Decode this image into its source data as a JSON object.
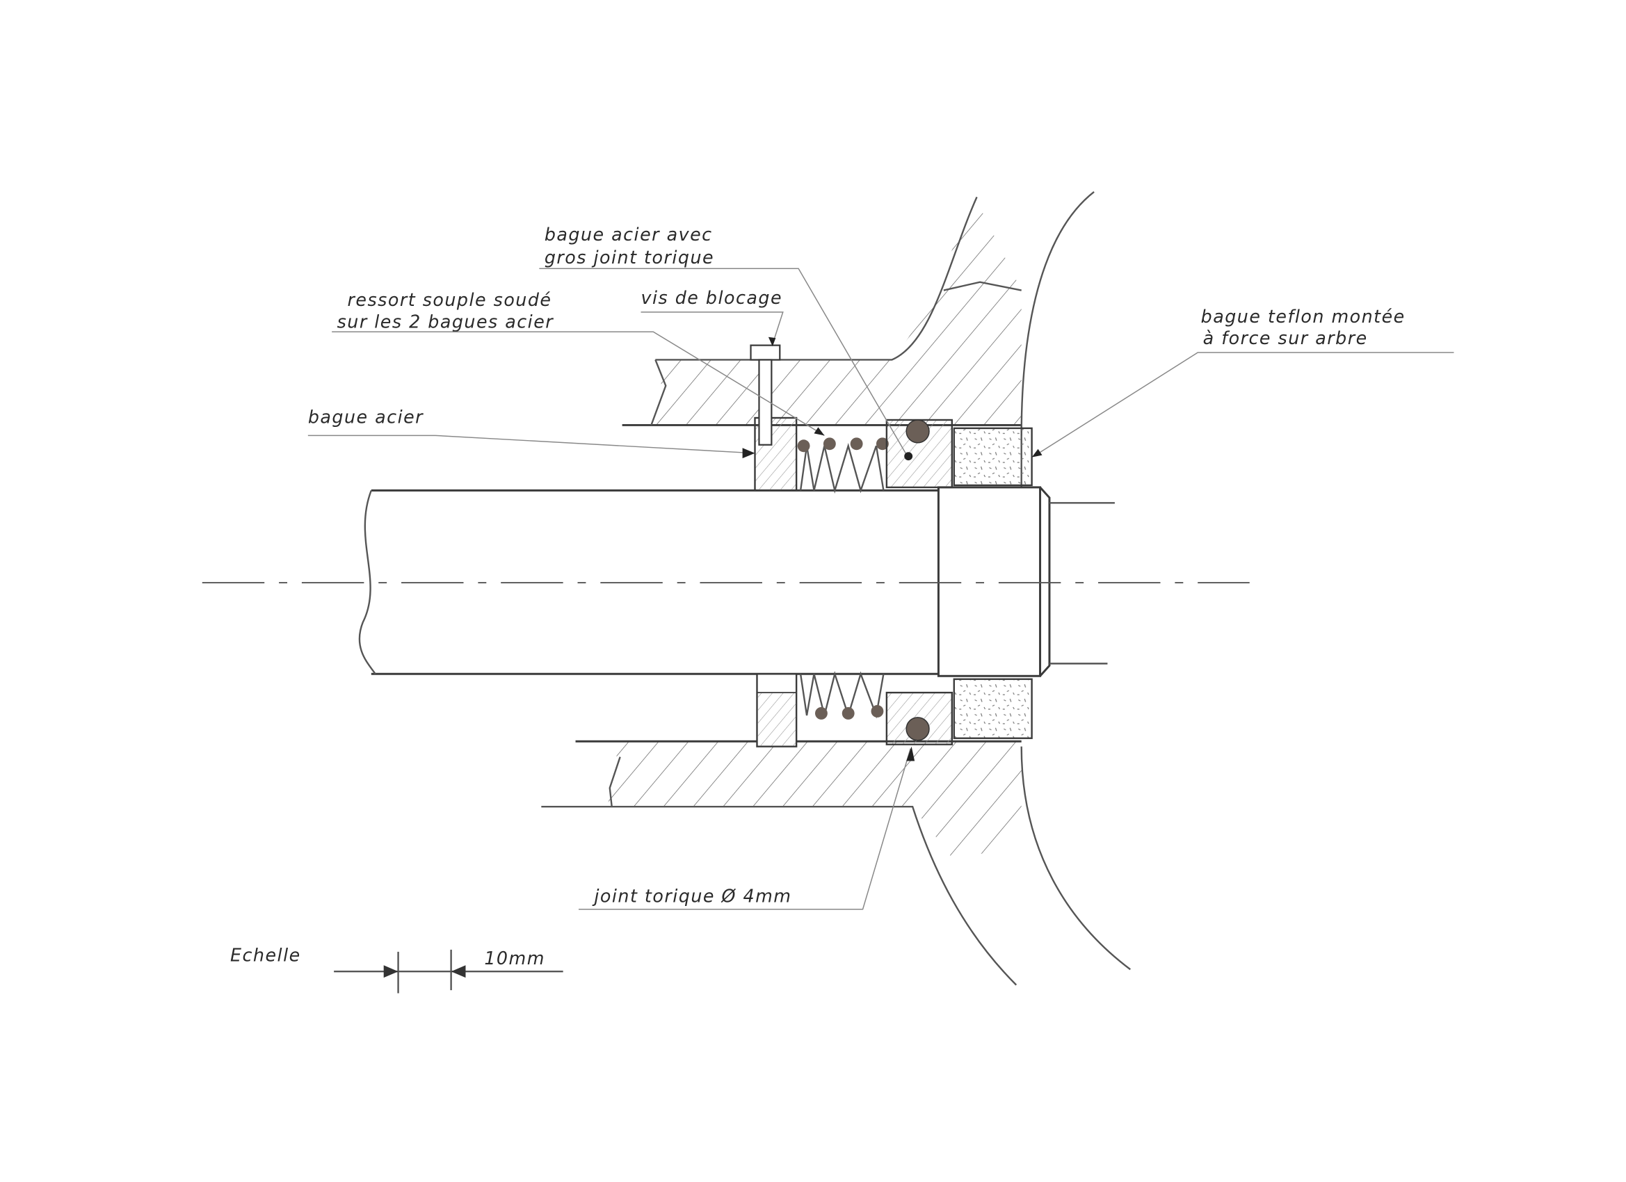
{
  "labels": {
    "steel_ring_oring_line1": "bague acier avec",
    "steel_ring_oring_line2": "gros joint torique",
    "spring_line1": "ressort souple soudé",
    "spring_line2": "sur les 2 bagues acier",
    "locking_screw": "vis de blocage",
    "teflon_line1": "bague teflon montée",
    "teflon_line2": "à force sur arbre",
    "steel_ring": "bague acier",
    "oring": "joint torique Ø 4mm"
  },
  "scale": {
    "label": "Echelle",
    "value": "10mm"
  },
  "colors": {
    "ink": "#3a3a3a",
    "oring_fill": "#6b5f57"
  }
}
